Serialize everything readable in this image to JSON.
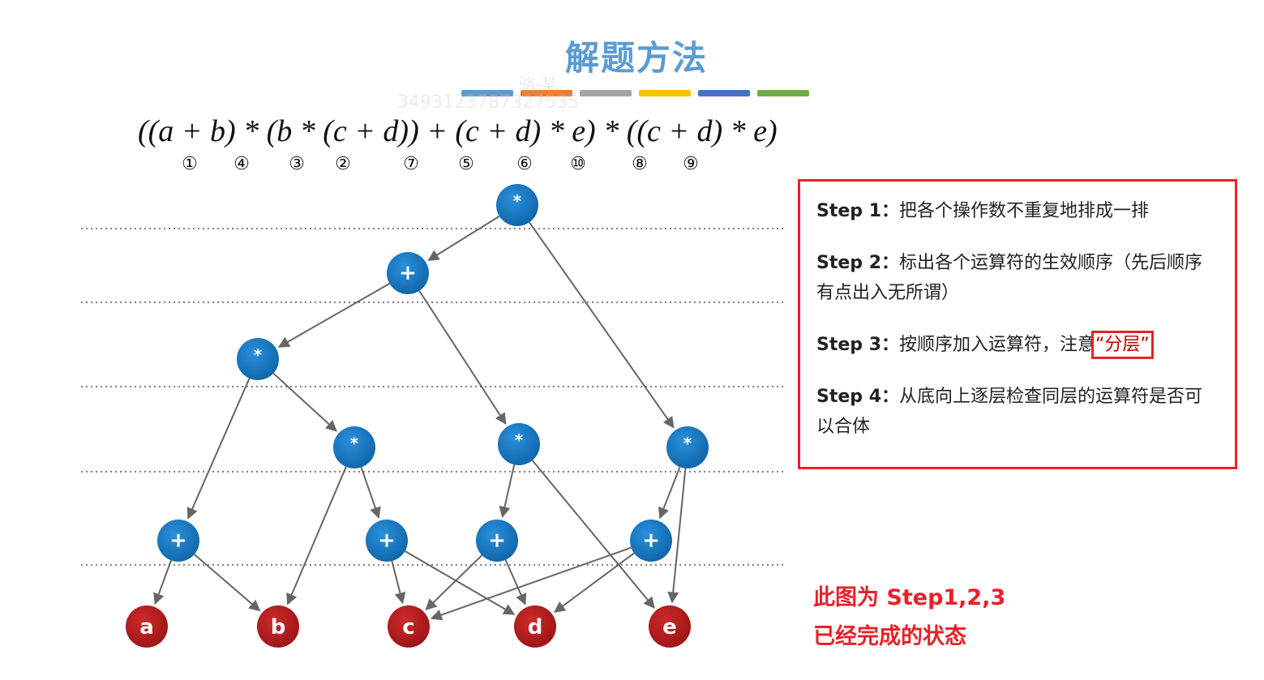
{
  "title": "解题方法",
  "title_bar_colors": [
    "#5b9bd5",
    "#ed7d31",
    "#a5a5a5",
    "#ffc000",
    "#4472c4",
    "#70ad47"
  ],
  "watermark": {
    "name": "骆-某",
    "id": "3493123787327535"
  },
  "formula": "((a + b) * (b * (c + d)) + (c + d) * e) * ((c + d) * e)",
  "order_markers": [
    "①",
    "④",
    "③",
    "②",
    "⑦",
    "⑤",
    "⑥",
    "⑩",
    "⑧",
    "⑨"
  ],
  "colors": {
    "operator_node": "#1577c2",
    "operand_node": "#b3191b",
    "highlight": "#e8202a"
  },
  "tree": {
    "nodes": [
      {
        "id": "n1",
        "label": "*",
        "type": "operator"
      },
      {
        "id": "n2",
        "label": "+",
        "type": "operator"
      },
      {
        "id": "n3",
        "label": "*",
        "type": "operator"
      },
      {
        "id": "n4",
        "label": "*",
        "type": "operator"
      },
      {
        "id": "n5",
        "label": "*",
        "type": "operator"
      },
      {
        "id": "n6",
        "label": "*",
        "type": "operator"
      },
      {
        "id": "n7",
        "label": "+",
        "type": "operator"
      },
      {
        "id": "n8",
        "label": "+",
        "type": "operator"
      },
      {
        "id": "n9",
        "label": "+",
        "type": "operator"
      },
      {
        "id": "n10",
        "label": "+",
        "type": "operator"
      },
      {
        "id": "a",
        "label": "a",
        "type": "operand"
      },
      {
        "id": "b",
        "label": "b",
        "type": "operand"
      },
      {
        "id": "c",
        "label": "c",
        "type": "operand"
      },
      {
        "id": "d",
        "label": "d",
        "type": "operand"
      },
      {
        "id": "e",
        "label": "e",
        "type": "operand"
      }
    ],
    "edges": [
      [
        "n1",
        "n2"
      ],
      [
        "n1",
        "n6"
      ],
      [
        "n2",
        "n3"
      ],
      [
        "n2",
        "n5"
      ],
      [
        "n3",
        "n7"
      ],
      [
        "n3",
        "n4"
      ],
      [
        "n4",
        "b"
      ],
      [
        "n4",
        "n8"
      ],
      [
        "n5",
        "n9"
      ],
      [
        "n5",
        "e"
      ],
      [
        "n6",
        "n10"
      ],
      [
        "n6",
        "e"
      ],
      [
        "n7",
        "a"
      ],
      [
        "n7",
        "b"
      ],
      [
        "n8",
        "c"
      ],
      [
        "n8",
        "d"
      ],
      [
        "n9",
        "c"
      ],
      [
        "n9",
        "d"
      ],
      [
        "n10",
        "c"
      ],
      [
        "n10",
        "d"
      ]
    ]
  },
  "steps": [
    {
      "label": "Step 1：",
      "text": "把各个操作数不重复地排成一排"
    },
    {
      "label": "Step 2：",
      "text": "标出各个运算符的生效顺序（先后顺序有点出入无所谓）"
    },
    {
      "label": "Step 3：",
      "text": "按顺序加入运算符，注意",
      "highlight": "“分层”"
    },
    {
      "label": "Step 4：",
      "text": "从底向上逐层检查同层的运算符是否可以合体"
    }
  ],
  "note": [
    "此图为 Step1,2,3",
    "已经完成的状态"
  ]
}
